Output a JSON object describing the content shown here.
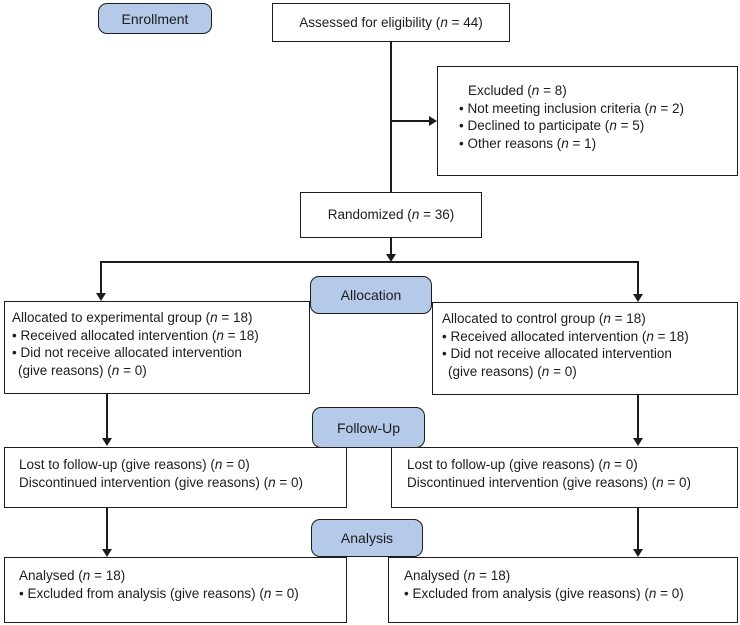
{
  "palette": {
    "label_fill": "#b5c9e8",
    "ink": "#1c1c1c"
  },
  "stages": {
    "enrollment": "Enrollment",
    "allocation": "Allocation",
    "followup": "Follow-Up",
    "analysis": "Analysis"
  },
  "assessed": {
    "pre": "Assessed for eligibility (",
    "v": "n",
    "post": " = 44)"
  },
  "excluded": {
    "lines": [
      {
        "pre": "Excluded (",
        "v": "n",
        "post": " = 8)"
      },
      {
        "pre": "• Not meeting inclusion criteria (",
        "v": "n",
        "post": " = 2)"
      },
      {
        "pre": "• Declined to participate (",
        "v": "n",
        "post": " = 5)"
      },
      {
        "pre": "• Other reasons (",
        "v": "n",
        "post": " = 1)"
      }
    ]
  },
  "randomized": {
    "pre": "Randomized (",
    "v": "n",
    "post": " = 36)"
  },
  "alloc_left": {
    "lines": [
      {
        "pre": "Allocated to experimental group (",
        "v": "n",
        "post": " = 18)"
      },
      {
        "pre": "• Received allocated intervention (",
        "v": "n",
        "post": " = 18)"
      },
      {
        "pre": "• Did not receive allocated intervention",
        "v": "",
        "post": ""
      },
      {
        "pre": "(give reasons) (",
        "v": "n",
        "post": " = 0)"
      }
    ]
  },
  "alloc_right": {
    "lines": [
      {
        "pre": "Allocated to control group (",
        "v": "n",
        "post": " = 18)"
      },
      {
        "pre": "• Received allocated intervention (",
        "v": "n",
        "post": " = 18)"
      },
      {
        "pre": "• Did not receive allocated intervention",
        "v": "",
        "post": ""
      },
      {
        "pre": "(give reasons) (",
        "v": "n",
        "post": " = 0)"
      }
    ]
  },
  "followup_left": {
    "lines": [
      {
        "pre": "Lost to follow-up (give reasons) (",
        "v": "n",
        "post": " = 0)"
      },
      {
        "pre": "Discontinued intervention (give reasons) (",
        "v": "n",
        "post": " = 0)"
      }
    ]
  },
  "followup_right": {
    "lines": [
      {
        "pre": "Lost to follow-up (give reasons) (",
        "v": "n",
        "post": " = 0)"
      },
      {
        "pre": "Discontinued intervention (give reasons) (",
        "v": "n",
        "post": " = 0)"
      }
    ]
  },
  "analysis_left": {
    "lines": [
      {
        "pre": "Analysed (",
        "v": "n",
        "post": " = 18)"
      },
      {
        "pre": "• Excluded from analysis (give reasons) (",
        "v": "n",
        "post": " = 0)"
      }
    ]
  },
  "analysis_right": {
    "lines": [
      {
        "pre": "Analysed (",
        "v": "n",
        "post": " = 18)"
      },
      {
        "pre": "• Excluded from analysis (give reasons) (",
        "v": "n",
        "post": " = 0)"
      }
    ]
  }
}
